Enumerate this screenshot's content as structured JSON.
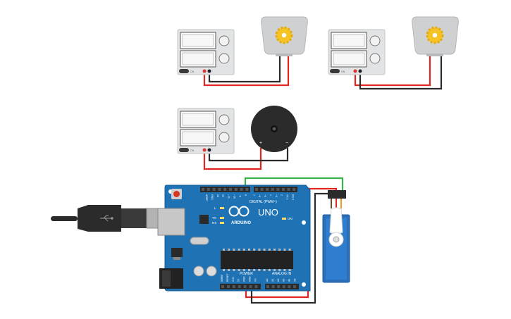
{
  "arduino": {
    "brand": "ARDUINO",
    "model": "UNO",
    "digital_label": "DIGITAL (PWM~)",
    "power_label": "POWER",
    "analog_label": "ANALOG IN",
    "on_label": "ON",
    "led_l": "L",
    "led_tx": "TX",
    "led_rx": "RX",
    "digital_pins": [
      "AREF",
      "GND",
      "13",
      "12",
      "~11",
      "~10",
      "~9",
      "8",
      "7",
      "~6",
      "~5",
      "4",
      "~3",
      "2",
      "TX 1",
      "RX 0"
    ],
    "power_pins": [
      "IOREF",
      "RESET",
      "3.3V",
      "5V",
      "GND",
      "GND",
      "Vin"
    ],
    "analog_pins": [
      "A0",
      "A1",
      "A2",
      "A3",
      "A4",
      "A5"
    ]
  },
  "power_supply": {
    "switch_label": "ON"
  },
  "buzzer": {
    "plus": "+",
    "minus": "−"
  },
  "colors": {
    "board": "#1f73b5",
    "board_edge": "#145c93",
    "wire_red": "#e0261f",
    "wire_black": "#2b2b2b",
    "wire_green": "#37b34a",
    "servo": "#2a6fb8",
    "gear": "#f6c324",
    "motor": "#cfd0d2"
  },
  "icons": [
    "usb-plug-icon",
    "arduino-infinity-logo-icon",
    "gear-icon"
  ]
}
